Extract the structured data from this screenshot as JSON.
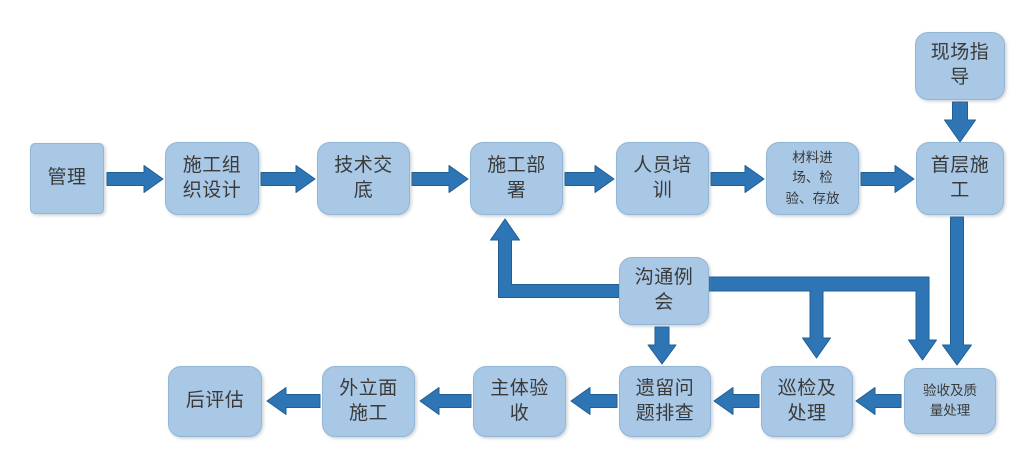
{
  "diagram_type": "flowchart",
  "colors": {
    "box_fill": "#A9C8E6",
    "box_border": "#93B6D6",
    "arrow_fill": "#2E75B6",
    "arrow_stroke": "#215F93",
    "text_color": "#3A3A3A",
    "background": "#FFFFFF"
  },
  "nodes": [
    {
      "id": "management",
      "label": "管理"
    },
    {
      "id": "construction-org-design",
      "label": "施工组\n织设计"
    },
    {
      "id": "technical-disclosure",
      "label": "技术交\n底"
    },
    {
      "id": "construction-deployment",
      "label": "施工部\n署"
    },
    {
      "id": "personnel-training",
      "label": "人员培\n训"
    },
    {
      "id": "material-entry-inspection-storage",
      "label": "材料进\n场、检\n验、存放"
    },
    {
      "id": "first-floor-construction",
      "label": "首层施\n工"
    },
    {
      "id": "onsite-guidance",
      "label": "现场指\n导"
    },
    {
      "id": "communication-meeting",
      "label": "沟通例\n会"
    },
    {
      "id": "post-evaluation",
      "label": "后评估"
    },
    {
      "id": "facade-construction",
      "label": "外立面\n施工"
    },
    {
      "id": "main-structure-acceptance",
      "label": "主体验\n收"
    },
    {
      "id": "remaining-issue-check",
      "label": "遗留问\n题排查"
    },
    {
      "id": "inspection-and-handling",
      "label": "巡检及\n处理"
    },
    {
      "id": "acceptance-quality-handling",
      "label": "验收及质\n量处理"
    }
  ],
  "edges": [
    {
      "from": "管理",
      "to": "施工组织设计"
    },
    {
      "from": "施工组织设计",
      "to": "技术交底"
    },
    {
      "from": "技术交底",
      "to": "施工部署"
    },
    {
      "from": "施工部署",
      "to": "人员培训"
    },
    {
      "from": "人员培训",
      "to": "材料进场、检验、存放"
    },
    {
      "from": "材料进场、检验、存放",
      "to": "首层施工"
    },
    {
      "from": "现场指导",
      "to": "首层施工"
    },
    {
      "from": "首层施工",
      "to": "验收及质量处理"
    },
    {
      "from": "沟通例会",
      "to": "施工部署"
    },
    {
      "from": "沟通例会",
      "to": "遗留问题排查"
    },
    {
      "from": "沟通例会",
      "to": "巡检及处理"
    },
    {
      "from": "沟通例会",
      "to": "验收及质量处理"
    },
    {
      "from": "验收及质量处理",
      "to": "巡检及处理"
    },
    {
      "from": "巡检及处理",
      "to": "遗留问题排查"
    },
    {
      "from": "遗留问题排查",
      "to": "主体验收"
    },
    {
      "from": "主体验收",
      "to": "外立面施工"
    },
    {
      "from": "外立面施工",
      "to": "后评估"
    }
  ]
}
